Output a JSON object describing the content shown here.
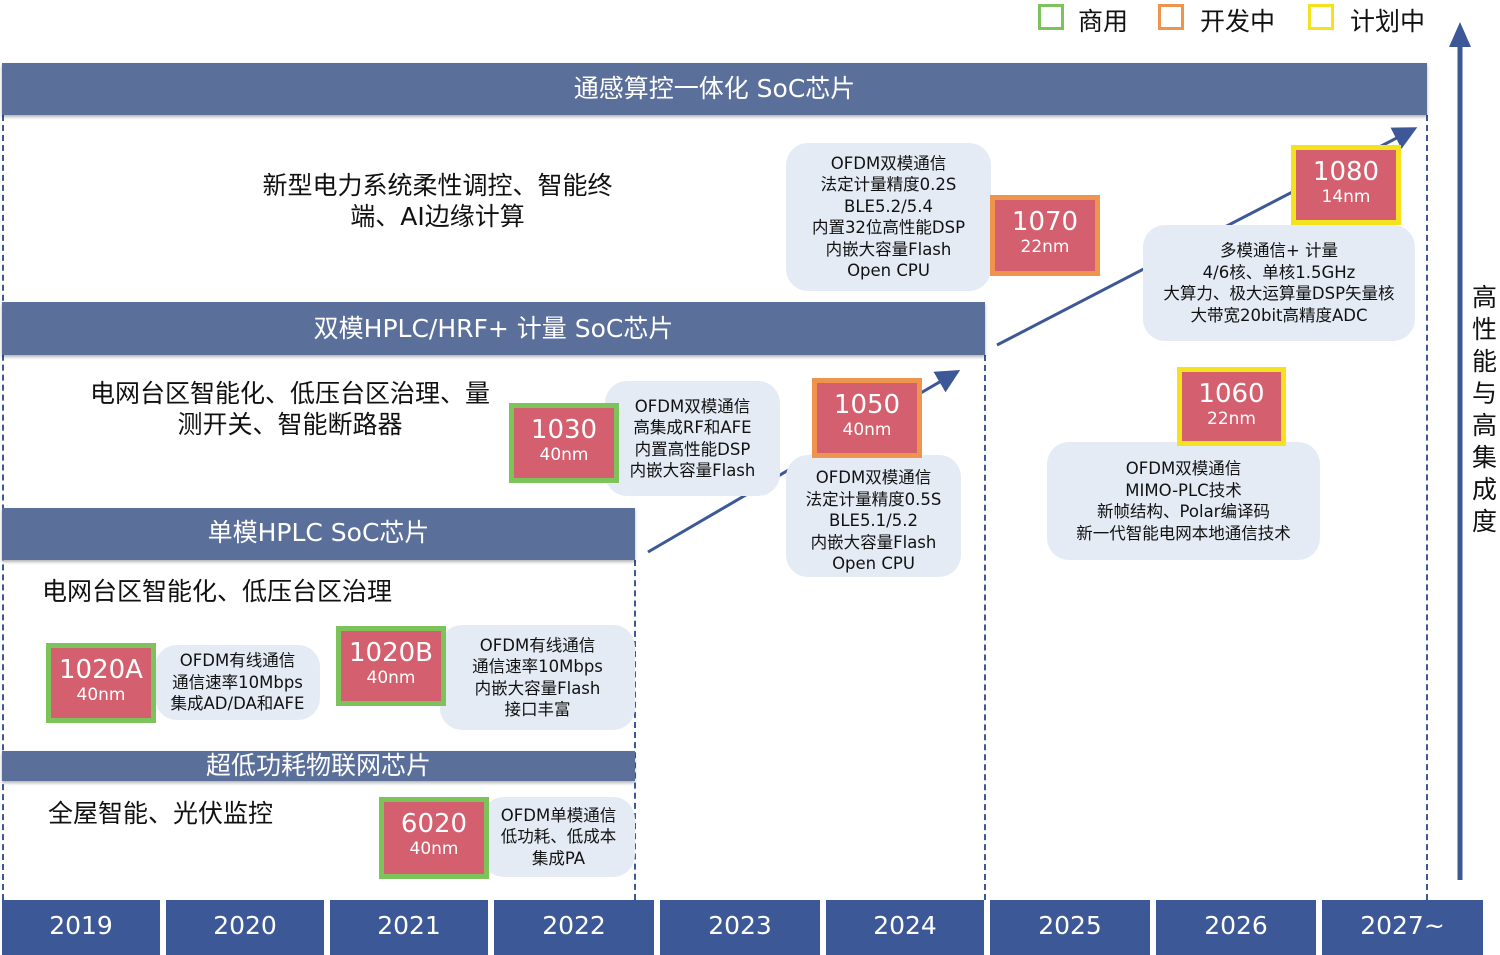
{
  "legend": [
    {
      "label": "商用",
      "color": "#7dc35b"
    },
    {
      "label": "开发中",
      "color": "#ef944c"
    },
    {
      "label": "计划中",
      "color": "#f3e21d"
    }
  ],
  "axis_label": "高性能与高集成度",
  "years": [
    "2019",
    "2020",
    "2021",
    "2022",
    "2023",
    "2024",
    "2025",
    "2026",
    "2027~"
  ],
  "bars": {
    "b1": "通感算控一体化 SoC芯片",
    "b2": "双模HPLC/HRF+ 计量 SoC芯片",
    "b3": "单模HPLC SoC芯片",
    "b4": "超低功耗物联网芯片"
  },
  "apps": {
    "a1": "新型电力系统柔性调控、智能终端、AI边缘计算",
    "a2": "电网台区智能化、低压台区治理、量测开关、智能断路器",
    "a3": "电网台区智能化、低压台区治理",
    "a4": "全屋智能、光伏监控"
  },
  "chips": [
    {
      "name": "1020A",
      "process": "40nm",
      "features": [
        "OFDM有线通信",
        "通信速率10Mbps",
        "集成AD/DA和AFE"
      ]
    },
    {
      "name": "1020B",
      "process": "40nm",
      "features": [
        "OFDM有线通信",
        "通信速率10Mbps",
        "内嵌大容量Flash",
        "接口丰富"
      ]
    },
    {
      "name": "6020",
      "process": "40nm",
      "features": [
        "OFDM单模通信",
        "低功耗、低成本",
        "集成PA"
      ]
    },
    {
      "name": "1030",
      "process": "40nm",
      "features": [
        "OFDM双模通信",
        "高集成RF和AFE",
        "内置高性能DSP",
        "内嵌大容量Flash"
      ]
    },
    {
      "name": "1050",
      "process": "40nm",
      "features": [
        "OFDM双模通信",
        "法定计量精度0.5S",
        "BLE5.1/5.2",
        "内嵌大容量Flash",
        "Open CPU"
      ]
    },
    {
      "name": "1070",
      "process": "22nm",
      "features": [
        "OFDM双模通信",
        "法定计量精度0.2S",
        "BLE5.2/5.4",
        "内置32位高性能DSP",
        "内嵌大容量Flash",
        "Open CPU"
      ]
    },
    {
      "name": "1060",
      "process": "22nm",
      "features": [
        "OFDM双模通信",
        "MIMO-PLC技术",
        "新帧结构、Polar编译码",
        "新一代智能电网本地通信技术"
      ]
    },
    {
      "name": "1080",
      "process": "14nm",
      "features": [
        "多模通信+ 计量",
        "4/6核、单核1.5GHz",
        "大算力、极大运算量DSP矢量核",
        "大带宽20bit高精度ADC"
      ]
    }
  ]
}
